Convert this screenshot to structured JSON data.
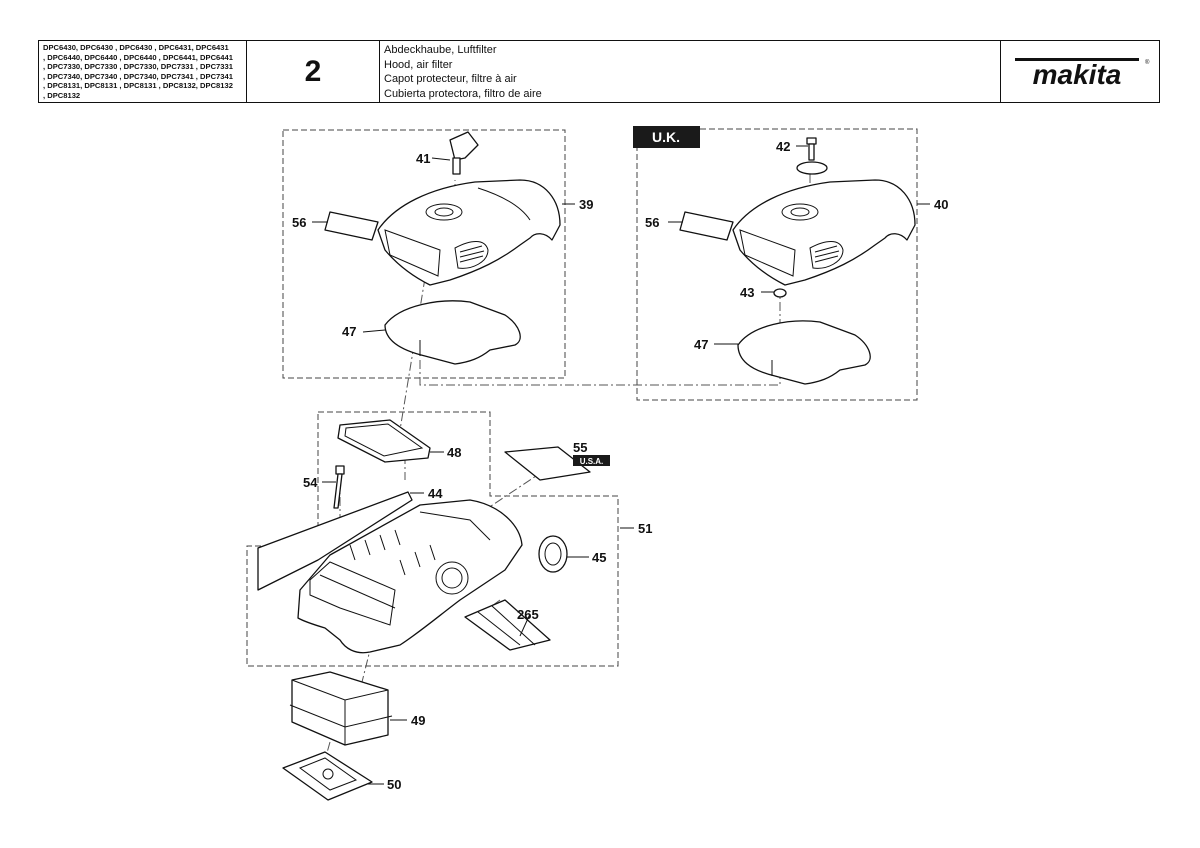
{
  "header": {
    "models": [
      "DPC6430, DPC6430 , DPC6430 , DPC6431, DPC6431",
      ", DPC6440, DPC6440 , DPC6440 , DPC6441, DPC6441",
      ", DPC7330, DPC7330 , DPC7330, DPC7331 , DPC7331",
      ", DPC7340, DPC7340 , DPC7340, DPC7341 , DPC7341",
      ", DPC8131, DPC8131 , DPC8131 , DPC8132, DPC8132",
      ", DPC8132"
    ],
    "page_number": "2",
    "titles": [
      "Abdeckhaube, Luftfilter",
      "Hood, air filter",
      "Capot protecteur, filtre à air",
      "Cubierta protectora, filtro de aire"
    ],
    "brand": "makita"
  },
  "badges": {
    "uk": "U.K.",
    "usa": "U.S.A."
  },
  "callouts": {
    "p39": "39",
    "p40": "40",
    "p41": "41",
    "p42": "42",
    "p43": "43",
    "p44": "44",
    "p45": "45",
    "p47a": "47",
    "p47b": "47",
    "p48": "48",
    "p49": "49",
    "p50": "50",
    "p51": "51",
    "p54": "54",
    "p55": "55",
    "p56a": "56",
    "p56b": "56",
    "p265": "265"
  }
}
